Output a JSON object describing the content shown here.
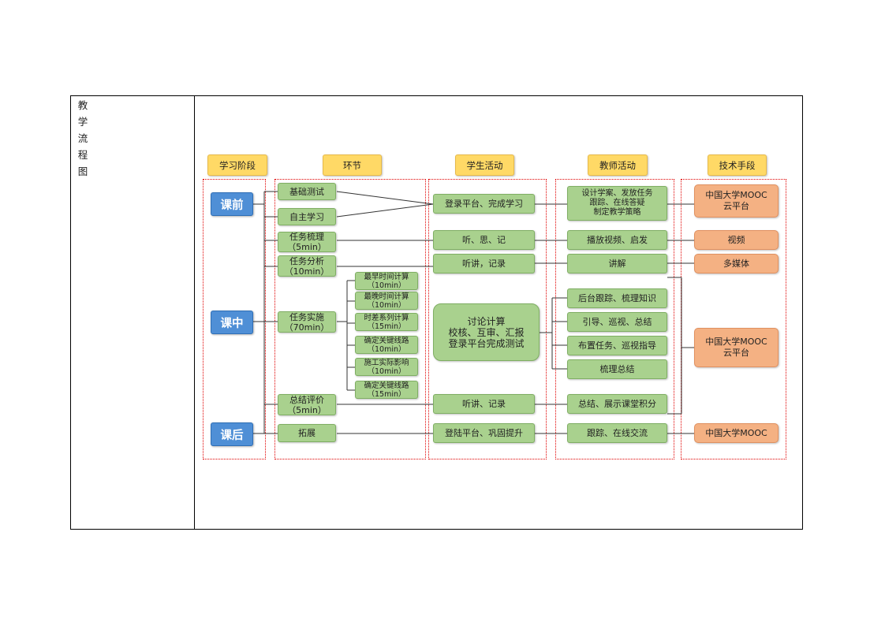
{
  "side_label": [
    "教",
    "学",
    "流",
    "程",
    "图"
  ],
  "headers": {
    "stage": "学习阶段",
    "link": "环节",
    "student": "学生活动",
    "teacher": "教师活动",
    "tech": "技术手段"
  },
  "stages": {
    "before": "课前",
    "during": "课中",
    "after": "课后"
  },
  "links": {
    "basic_test": "基础测试",
    "self_study": "自主学习",
    "task_sort": [
      "任务梳理",
      "（5min）"
    ],
    "task_analysis": [
      "任务分析",
      "（10min）"
    ],
    "task_impl": [
      "任务实施",
      "（70min）"
    ],
    "summary": [
      "总结评价",
      "（5min）"
    ],
    "extend": "拓展"
  },
  "subtasks": [
    [
      "最早时间计算",
      "（10min）"
    ],
    [
      "最晚时间计算",
      "（10min）"
    ],
    [
      "时差系列计算",
      "（15min）"
    ],
    [
      "确定关键线路",
      "（10min）"
    ],
    [
      "施工实际影响",
      "（10min）"
    ],
    [
      "确定关键线路",
      "（15min）"
    ]
  ],
  "student": {
    "s1": "登录平台、完成学习",
    "s2": "听、思、记",
    "s3": "听讲，记录",
    "s4": [
      "讨论计算",
      "校核、互审、汇报",
      "登录平台完成测试"
    ],
    "s5": "听讲、记录",
    "s6": "登陆平台、巩固提升"
  },
  "teacher": {
    "t1": [
      "设计学案、发放任务",
      "跟踪、在线答疑",
      "制定教学策略"
    ],
    "t2": "播放视频、启发",
    "t3": "讲解",
    "t4": "后台跟踪、梳理知识",
    "t5": "引导、巡视、总结",
    "t6": "布置任务、巡视指导",
    "t7": "梳理总结",
    "t8": "总结、展示课堂积分",
    "t9": "跟踪、在线交流"
  },
  "tech": {
    "k1": [
      "中国大学MOOC",
      "云平台"
    ],
    "k2": "视频",
    "k3": "多媒体",
    "k4": [
      "中国大学MOOC",
      "云平台"
    ],
    "k5": "中国大学MOOC"
  }
}
